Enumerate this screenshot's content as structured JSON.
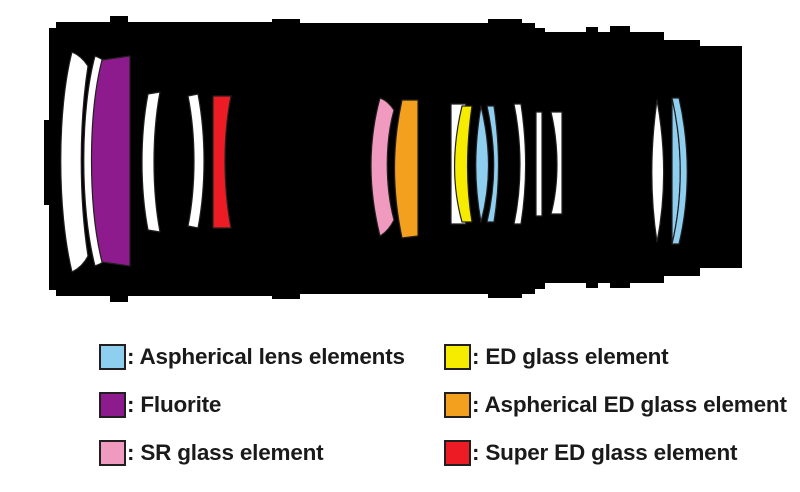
{
  "diagram": {
    "name": "camera-lens-cross-section",
    "barrel_color": "#000000",
    "background_color": "#ffffff",
    "element_outline_color": "#231f20",
    "elements": [
      {
        "id": 1,
        "type": "plain-glass",
        "color": "#ffffff",
        "label": "Standard glass element"
      },
      {
        "id": 2,
        "type": "plain-glass",
        "color": "#ffffff",
        "label": "Standard glass element"
      },
      {
        "id": 3,
        "type": "fluorite",
        "color": "#8E1B8E",
        "label": "Fluorite"
      },
      {
        "id": 4,
        "type": "plain-glass",
        "color": "#ffffff",
        "label": "Standard glass element"
      },
      {
        "id": 5,
        "type": "plain-glass",
        "color": "#ffffff",
        "label": "Standard glass element"
      },
      {
        "id": 6,
        "type": "super-ed-glass",
        "color": "#ED1C24",
        "label": "Super ED glass element"
      },
      {
        "id": 7,
        "type": "sr-glass",
        "color": "#F09ABF",
        "label": "SR glass element"
      },
      {
        "id": 8,
        "type": "aspherical-ed-glass",
        "color": "#F2A01E",
        "label": "Aspherical ED glass element"
      },
      {
        "id": 9,
        "type": "plain-glass",
        "color": "#ffffff",
        "label": "Standard glass element"
      },
      {
        "id": 10,
        "type": "ed-glass",
        "color": "#F5EC00",
        "label": "ED glass element"
      },
      {
        "id": 11,
        "type": "aspherical-lens",
        "color": "#8ECFF0",
        "label": "Aspherical lens element"
      },
      {
        "id": 12,
        "type": "plain-glass",
        "color": "#ffffff",
        "label": "Standard glass element"
      },
      {
        "id": 13,
        "type": "plain-glass",
        "color": "#ffffff",
        "label": "Standard glass element"
      },
      {
        "id": 14,
        "type": "plain-glass",
        "color": "#ffffff",
        "label": "Standard glass element"
      },
      {
        "id": 15,
        "type": "plain-glass",
        "color": "#ffffff",
        "label": "Standard glass element"
      },
      {
        "id": 16,
        "type": "aspherical-lens",
        "color": "#8ECFF0",
        "label": "Aspherical lens element"
      }
    ]
  },
  "legend": {
    "rows": [
      {
        "left": {
          "color": "#8ECFF0",
          "text": ": Aspherical lens elements",
          "name": "aspherical-lens-elements"
        },
        "right": {
          "color": "#F5EC00",
          "text": ": ED glass element",
          "name": "ed-glass-element"
        }
      },
      {
        "left": {
          "color": "#8E1B8E",
          "text": ": Fluorite",
          "name": "fluorite"
        },
        "right": {
          "color": "#F2A01E",
          "text": ": Aspherical ED glass element",
          "name": "aspherical-ed-glass-element"
        }
      },
      {
        "left": {
          "color": "#F09ABF",
          "text": ": SR glass element",
          "name": "sr-glass-element"
        },
        "right": {
          "color": "#ED1C24",
          "text": ": Super ED glass element",
          "name": "super-ed-glass-element"
        }
      }
    ]
  }
}
